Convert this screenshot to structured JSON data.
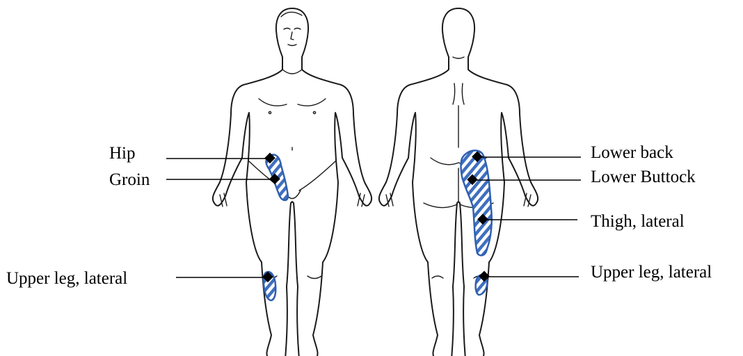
{
  "colors": {
    "region_stroke": "#2f5fb0",
    "region_hatch": "#3f6fbf",
    "outline": "#1a1a1a"
  },
  "front_view": {
    "labels": {
      "hip": "Hip",
      "groin": "Groin",
      "upper_leg": "Upper leg, lateral"
    }
  },
  "back_view": {
    "labels": {
      "lower_back": "Lower back",
      "lower_buttock": "Lower Buttock",
      "thigh": "Thigh, lateral",
      "upper_leg": "Upper leg, lateral"
    }
  }
}
